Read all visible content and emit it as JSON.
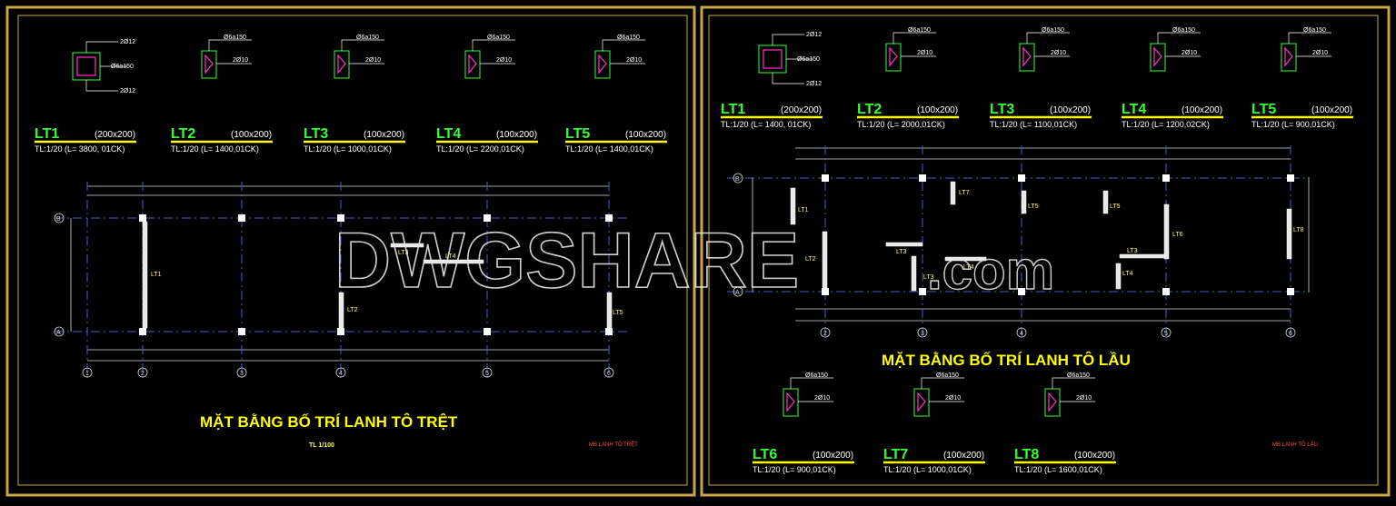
{
  "watermark": {
    "main": "DWGSHARE",
    "suffix": ".com"
  },
  "left": {
    "title": "MẶT BẰNG BỐ TRÍ LANH TÔ TRỆT",
    "scale": "TL 1/100",
    "sheet_label": "MB LANH TÔ TRỆT",
    "lintels": [
      {
        "name": "LT1",
        "size": "(200x200)",
        "tl": "TL:1/20 (L= 3800, 01CK)",
        "top": "2Ø12",
        "stirrup": "Ø6a150",
        "bottom": "2Ø12"
      },
      {
        "name": "LT2",
        "size": "(100x200)",
        "tl": "TL:1/20 (L= 1400,01CK)",
        "stirrup": "Ø6a150",
        "main": "2Ø10"
      },
      {
        "name": "LT3",
        "size": "(100x200)",
        "tl": "TL:1/20 (L= 1000,01CK)",
        "stirrup": "Ø6a150",
        "main": "2Ø10"
      },
      {
        "name": "LT4",
        "size": "(100x200)",
        "tl": "TL:1/20 (L= 2200,01CK)",
        "stirrup": "Ø6a150",
        "main": "2Ø10"
      },
      {
        "name": "LT5",
        "size": "(100x200)",
        "tl": "TL:1/20 (L= 1400,01CK)",
        "stirrup": "Ø6a150",
        "main": "2Ø10"
      }
    ],
    "axes_x": [
      "1",
      "2",
      "3",
      "4",
      "5",
      "6"
    ],
    "axes_y": [
      "B",
      "A"
    ],
    "plan_labels": [
      "LT1",
      "LT2",
      "LT3",
      "LT4",
      "LT5"
    ]
  },
  "right": {
    "title": "MẶT BẰNG BỐ TRÍ LANH TÔ LẦU",
    "sheet_label": "MB LANH TÔ LẦU",
    "lintels_top": [
      {
        "name": "LT1",
        "size": "(200x200)",
        "tl": "TL:1/20 (L= 1400, 01CK)",
        "top": "2Ø12",
        "stirrup": "Ø6a150",
        "bottom": "2Ø12"
      },
      {
        "name": "LT2",
        "size": "(100x200)",
        "tl": "TL:1/20 (L= 2000,01CK)",
        "stirrup": "Ø6a150",
        "main": "2Ø10"
      },
      {
        "name": "LT3",
        "size": "(100x200)",
        "tl": "TL:1/20 (L= 1100,01CK)",
        "stirrup": "Ø6a150",
        "main": "2Ø10"
      },
      {
        "name": "LT4",
        "size": "(100x200)",
        "tl": "TL:1/20 (L= 1200,02CK)",
        "stirrup": "Ø6a150",
        "main": "2Ø10"
      },
      {
        "name": "LT5",
        "size": "(100x200)",
        "tl": "TL:1/20 (L= 900,01CK)",
        "stirrup": "Ø6a150",
        "main": "2Ø10"
      }
    ],
    "lintels_bottom": [
      {
        "name": "LT6",
        "size": "(100x200)",
        "tl": "TL:1/20 (L= 900,01CK)",
        "stirrup": "Ø6a150",
        "main": "2Ø10"
      },
      {
        "name": "LT7",
        "size": "(100x200)",
        "tl": "TL:1/20 (L= 1000,01CK)",
        "stirrup": "Ø6a150",
        "main": "2Ø10"
      },
      {
        "name": "LT8",
        "size": "(100x200)",
        "tl": "TL:1/20 (L= 1600,01CK)",
        "stirrup": "Ø6a150",
        "main": "2Ø10"
      }
    ],
    "axes_x": [
      "2",
      "3",
      "4",
      "5",
      "6"
    ],
    "axes_y": [
      "B",
      "A"
    ],
    "plan_labels": [
      "LT1",
      "LT2",
      "LT3",
      "LT3",
      "LT4",
      "LT5",
      "LT6",
      "LT7",
      "LT3",
      "LT4",
      "LT5",
      "LT8"
    ]
  },
  "colors": {
    "frame": "#c8a64a",
    "title": "#ffff00",
    "lintel_name": "#33ff33",
    "grid": "#4a5fbf",
    "rebar": "#ff33cc"
  }
}
